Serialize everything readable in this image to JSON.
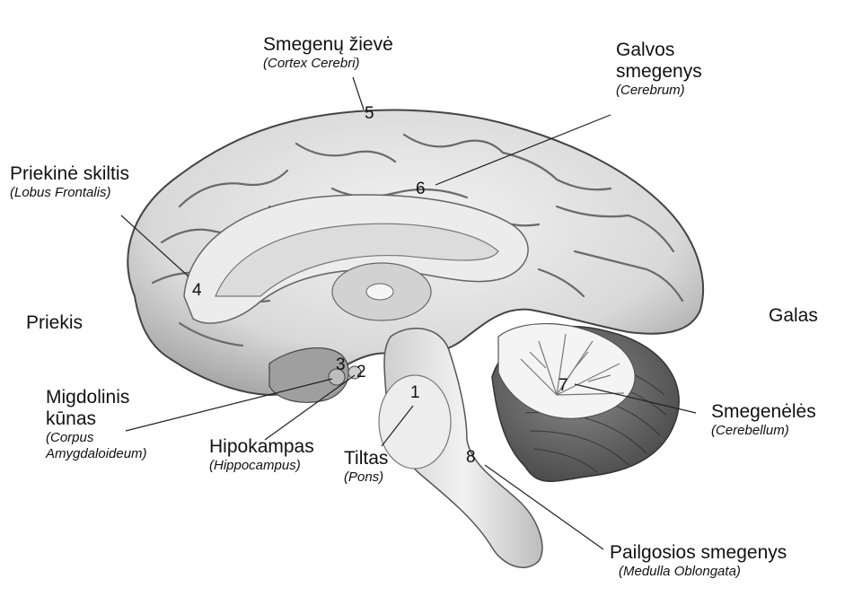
{
  "orientation": {
    "front": "Priekis",
    "back": "Galas"
  },
  "labels": [
    {
      "id": "cortex",
      "number": "5",
      "name": "Smegenų žievė",
      "latin": "(Cortex Cerebri)"
    },
    {
      "id": "cerebrum",
      "number": "6",
      "name": "Galvos smegenys",
      "latin": "(Cerebrum)"
    },
    {
      "id": "frontal",
      "number": "4",
      "name": "Priekinė skiltis",
      "latin": "(Lobus Frontalis)"
    },
    {
      "id": "amygdala",
      "number": "3",
      "name": "Migdolinis kūnas",
      "latin": "(Corpus Amygdaloideum)"
    },
    {
      "id": "hippocampus",
      "number": "2",
      "name": "Hipokampas",
      "latin": "(Hippocampus)"
    },
    {
      "id": "pons",
      "number": "1",
      "name": "Tiltas",
      "latin": "(Pons)"
    },
    {
      "id": "cerebellum",
      "number": "7",
      "name": "Smegenėlės",
      "latin": "(Cerebellum)"
    },
    {
      "id": "medulla",
      "number": "8",
      "name": "Pailgosios smegenys",
      "latin": "(Medulla Oblongata)"
    }
  ],
  "colors": {
    "text": "#111111",
    "brain_fill": "#e6e6e6",
    "brain_shadow": "#9a9a9a",
    "gyri_line": "#555555",
    "leader_line": "#222222",
    "background": "#ffffff"
  }
}
